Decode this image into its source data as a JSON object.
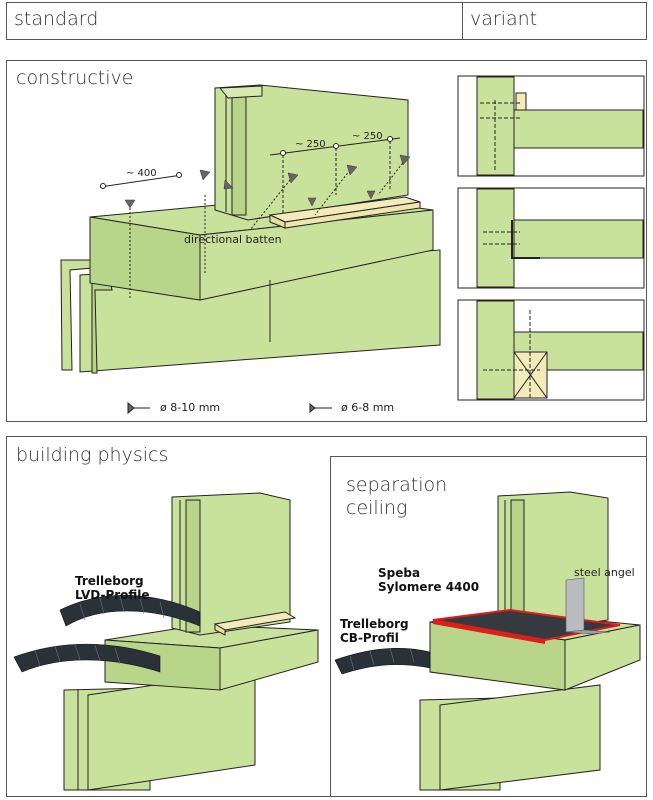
{
  "header": {
    "standard_label": "standard",
    "variant_label": "variant"
  },
  "constructive": {
    "title": "constructive",
    "dim_400": "~ 400",
    "dim_250a": "~ 250",
    "dim_250b": "~ 250",
    "batten_label": "directional batten",
    "screw_large": "ø 8-10 mm",
    "screw_small": "ø 6-8 mm"
  },
  "building_physics": {
    "title": "building physics",
    "lvd_line1": "Trelleborg",
    "lvd_line2": "LVD-Profile"
  },
  "separation": {
    "title_line1": "separation",
    "title_line2": "ceiling",
    "speba_line1": "Speba",
    "speba_line2": "Sylomere 4400",
    "steel_angel": "steel angel",
    "cb_line1": "Trelleborg",
    "cb_line2": "CB-Profil"
  },
  "colors": {
    "panel": "#c9e29b",
    "batten": "#f3ebb9",
    "profile": "#2b3138",
    "sealing": "#e01c1c"
  }
}
